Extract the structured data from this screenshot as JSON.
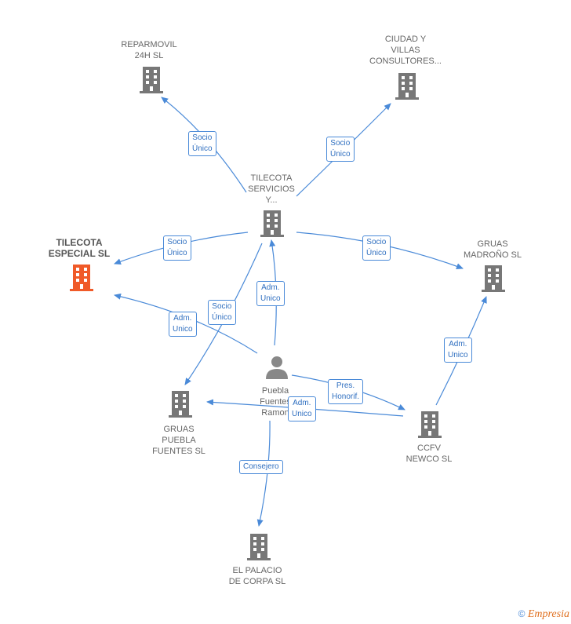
{
  "colors": {
    "node": "#777777",
    "main_node": "#f05a28",
    "edge": "#4a8ad8",
    "person": "#888888"
  },
  "nodes": {
    "reparmovil": "REPARMOVIL\n24H  SL",
    "ciudad": "CIUDAD Y\nVILLAS\nCONSULTORES...",
    "tilecota_servicios": "TILECOTA\nSERVICIOS\nY...",
    "tilecota_especial": "TILECOTA\nESPECIAL  SL",
    "gruas_madrono": "GRUAS\nMADROÑO SL",
    "gruas_puebla": "GRUAS\nPUEBLA\nFUENTES SL",
    "person": "Puebla\nFuentes\nRamon",
    "ccfv": "CCFV\nNEWCO  SL",
    "palacio": "EL PALACIO\nDE CORPA SL"
  },
  "edges": {
    "e1": "Socio\nÚnico",
    "e2": "Socio\nÚnico",
    "e3": "Socio\nÚnico",
    "e4": "Socio\nÚnico",
    "e5": "Adm.\nUnico",
    "e6": "Socio\nÚnico",
    "e7": "Adm.\nUnico",
    "e8": "Adm.\nUnico",
    "e9": "Pres.\nHonorif.",
    "e10": "Adm.\nUnico",
    "e11": "Consejero"
  },
  "footer": {
    "copyright": "©",
    "brand": "Empresia"
  }
}
